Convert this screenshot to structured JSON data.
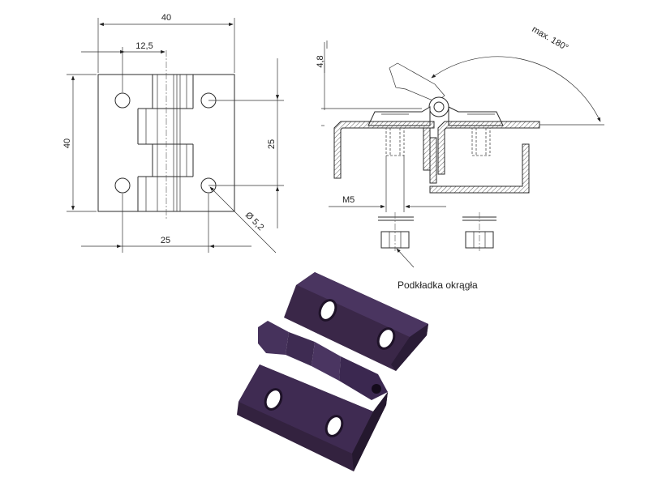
{
  "drawing": {
    "front_view": {
      "width_dim": "40",
      "hole_offset_dim": "12,5",
      "height_dim": "40",
      "hole_vertical_spacing_dim": "25",
      "hole_horizontal_spacing_dim": "25",
      "hole_diameter_dim": "Ø 5,2"
    },
    "side_view": {
      "thickness_dim": "4,8",
      "rotation_label": "max. 180°",
      "thread_label": "M5",
      "washer_callout": "Podkładka okrągła"
    },
    "render_color": "#3d2a4a"
  }
}
